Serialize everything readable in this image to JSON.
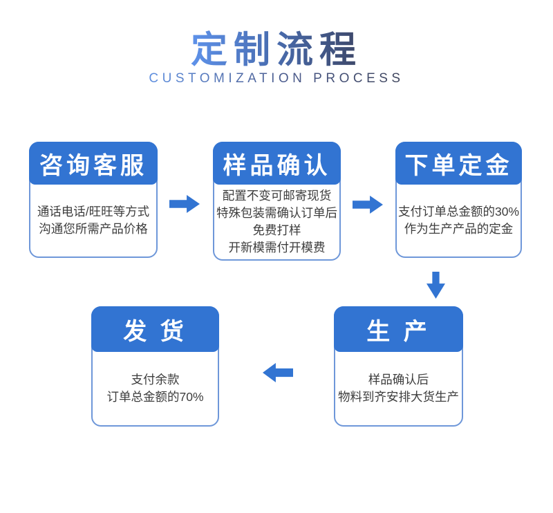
{
  "header": {
    "title": "定制流程",
    "subtitle": "CUSTOMIZATION PROCESS"
  },
  "steps": [
    {
      "title": "咨询客服",
      "lines": [
        "通话电话/旺旺等方式",
        "沟通您所需产品价格"
      ]
    },
    {
      "title": "样品确认",
      "lines": [
        "配置不变可邮寄现货",
        "特殊包装需确认订单后",
        "免费打样",
        "开新模需付开模费"
      ]
    },
    {
      "title": "下单定金",
      "lines": [
        "支付订单总金额的30%",
        "作为生产产品的定金"
      ]
    },
    {
      "title": "生 产",
      "lines": [
        "样品确认后",
        "物料到齐安排大货生产"
      ]
    },
    {
      "title": "发 货",
      "lines": [
        "支付余款",
        "订单总金额的70%"
      ]
    }
  ],
  "colors": {
    "primary_blue": "#3274d2",
    "box_border": "#6e97d9",
    "header_text": "#ffffff",
    "body_text": "#3d3d3d",
    "title_gradient_start": "#5e92ea",
    "title_gradient_end": "#3c4666"
  }
}
